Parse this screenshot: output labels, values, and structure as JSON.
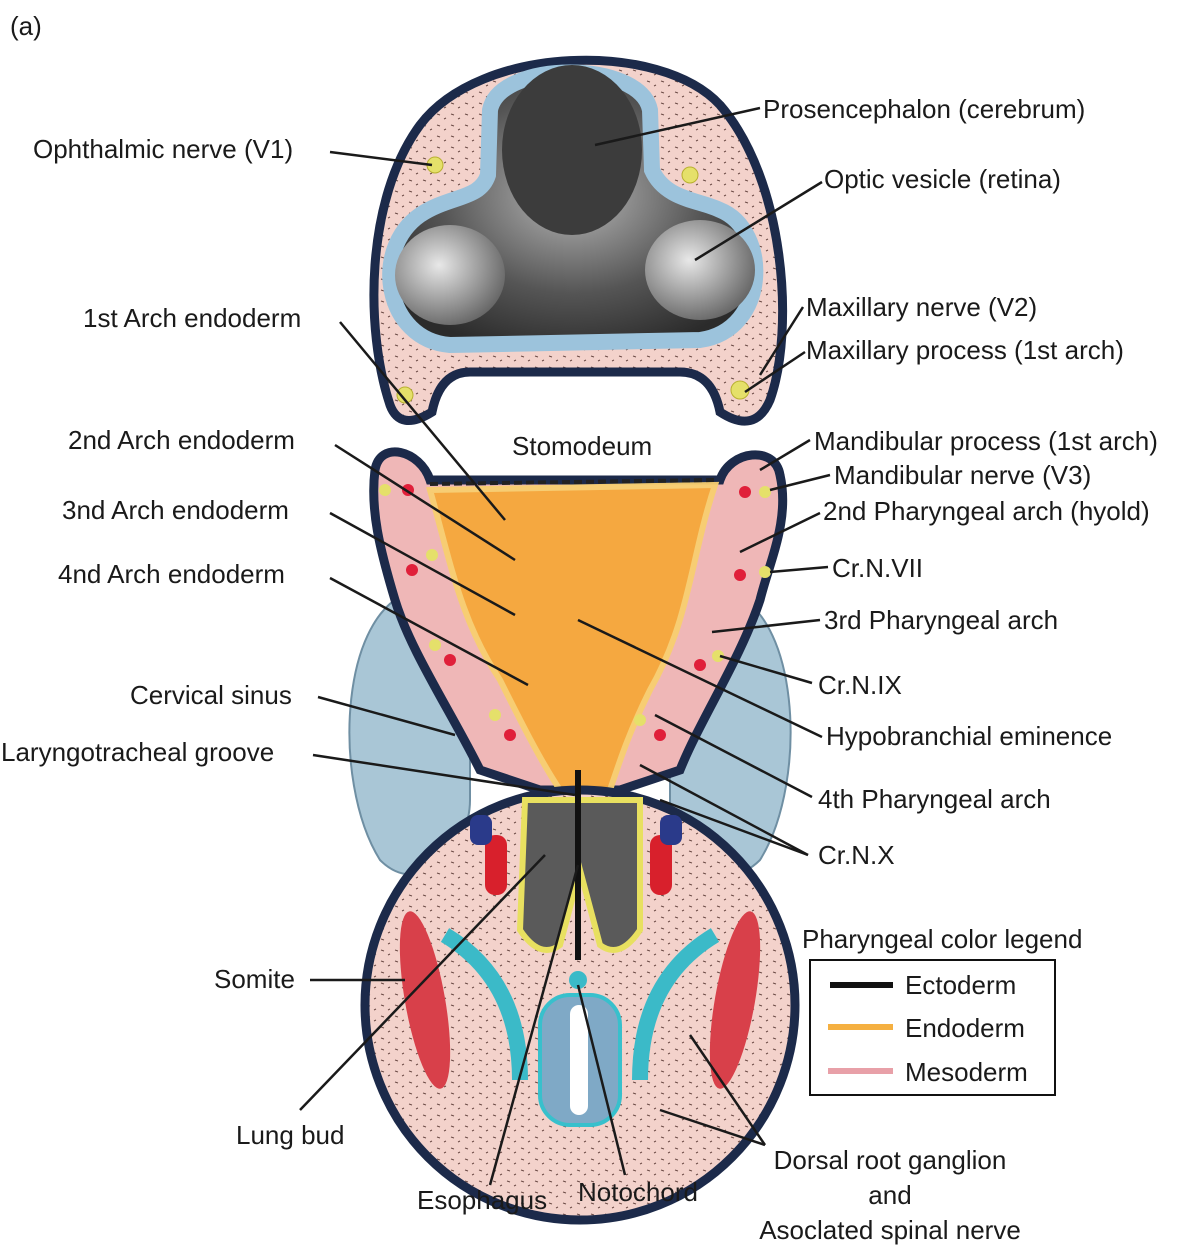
{
  "panel_label": "(a)",
  "labels": {
    "prosencephalon": "Prosencephalon (cerebrum)",
    "ophthalmic": "Ophthalmic nerve (V1)",
    "optic": "Optic vesicle (retina)",
    "arch1_endo": "1st Arch endoderm",
    "maxillary_nerve": "Maxillary nerve (V2)",
    "maxillary_process": "Maxillary process (1st arch)",
    "arch2_endo": "2nd Arch endoderm",
    "stomodeum": "Stomodeum",
    "mandibular_process": "Mandibular process (1st arch)",
    "mandibular_nerve": "Mandibular nerve (V3)",
    "arch3_endo": "3nd Arch endoderm",
    "pharyngeal2": "2nd Pharyngeal arch (hyold)",
    "crn7": "Cr.N.VII",
    "arch4_endo": "4nd Arch endoderm",
    "pharyngeal3": "3rd Pharyngeal arch",
    "crn9": "Cr.N.IX",
    "cervical_sinus": "Cervical sinus",
    "hypobranchial": "Hypobranchial eminence",
    "laryngotracheal": "Laryngotracheal groove",
    "pharyngeal4": "4th Pharyngeal arch",
    "crn10": "Cr.N.X",
    "somite": "Somite",
    "lung_bud": "Lung bud",
    "esophagus": "Esophagus",
    "notochord": "Notochord",
    "drg_line1": "Dorsal root ganglion",
    "drg_line2": "and",
    "drg_line3": "Asoclated spinal nerve"
  },
  "legend": {
    "title": "Pharyngeal color legend",
    "items": [
      {
        "label": "Ectoderm",
        "color": "#111111"
      },
      {
        "label": "Endoderm",
        "color": "#f5b041"
      },
      {
        "label": "Mesoderm",
        "color": "#e8a0a8"
      }
    ]
  }
}
